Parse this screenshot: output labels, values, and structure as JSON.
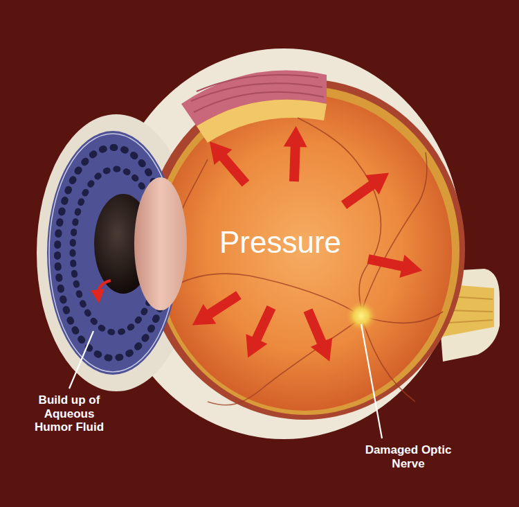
{
  "diagram": {
    "labels": [
      "Pressure",
      "Build up of Aqueous Humor Fluid",
      "Damaged Optic Nerve"
    ]
  }
}
